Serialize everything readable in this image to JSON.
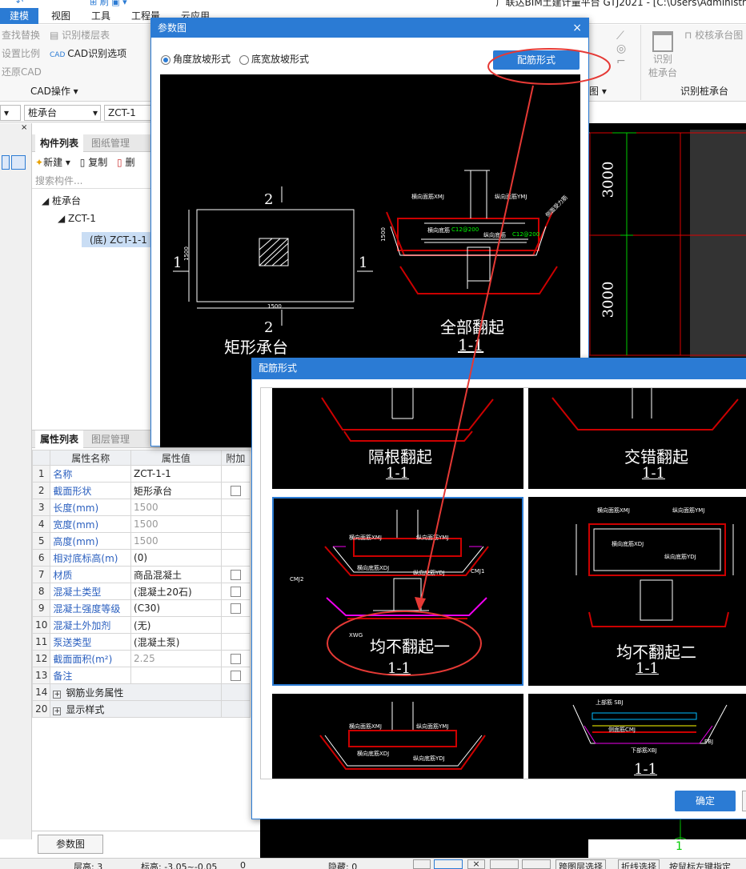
{
  "window": {
    "title": "广联达BIM土建计量平台 GTJ2021 - [C:\\Users\\Administr"
  },
  "ribbon": {
    "tabs": [
      "建模",
      "视图",
      "工具",
      "工程量",
      "云应用"
    ],
    "buttons": {
      "find_replace": "查找替换",
      "identify_floor": "识别楼层表",
      "set_scale": "设置比例",
      "cad_identify_options": "CAD识别选项",
      "restore_cad": "还原CAD",
      "identify": "识别",
      "cap": "桩承台",
      "check_cap": "校核承台图"
    },
    "groups": {
      "cad_ops": "CAD操作",
      "identify_cap": "识别桩承台",
      "mid_group": "图"
    }
  },
  "selectors": {
    "type": "桩承台",
    "name": "ZCT-1"
  },
  "component_panel": {
    "tabs": [
      "构件列表",
      "图纸管理"
    ],
    "new": "新建",
    "copy": "复制",
    "delete": "删",
    "search_placeholder": "搜索构件...",
    "tree": [
      "桩承台",
      "ZCT-1",
      "(底) ZCT-1-1"
    ]
  },
  "properties": {
    "tabs": [
      "属性列表",
      "图层管理"
    ],
    "headers": [
      "属性名称",
      "属性值",
      "附加"
    ],
    "rows": [
      {
        "no": "1",
        "name": "名称",
        "value": "ZCT-1-1",
        "check": false,
        "gray": false,
        "box": false
      },
      {
        "no": "2",
        "name": "截面形状",
        "value": "矩形承台",
        "check": true,
        "gray": false,
        "box": true
      },
      {
        "no": "3",
        "name": "长度(mm)",
        "value": "1500",
        "check": false,
        "gray": true,
        "box": false
      },
      {
        "no": "4",
        "name": "宽度(mm)",
        "value": "1500",
        "check": false,
        "gray": true,
        "box": false
      },
      {
        "no": "5",
        "name": "高度(mm)",
        "value": "1500",
        "check": false,
        "gray": true,
        "box": false
      },
      {
        "no": "6",
        "name": "相对底标高(m)",
        "value": "(0)",
        "check": false,
        "gray": false,
        "box": false
      },
      {
        "no": "7",
        "name": "材质",
        "value": "商品混凝土",
        "check": false,
        "gray": false,
        "box": true
      },
      {
        "no": "8",
        "name": "混凝土类型",
        "value": "(混凝土20石)",
        "check": false,
        "gray": false,
        "box": true
      },
      {
        "no": "9",
        "name": "混凝土强度等级",
        "value": "(C30)",
        "check": false,
        "gray": false,
        "box": true
      },
      {
        "no": "10",
        "name": "混凝土外加剂",
        "value": "(无)",
        "check": false,
        "gray": false,
        "box": false
      },
      {
        "no": "11",
        "name": "泵送类型",
        "value": "(混凝土泵)",
        "check": false,
        "gray": false,
        "box": false
      },
      {
        "no": "12",
        "name": "截面面积(m²)",
        "value": "2.25",
        "check": false,
        "gray": true,
        "box": true
      },
      {
        "no": "13",
        "name": "备注",
        "value": "",
        "check": false,
        "gray": false,
        "box": true
      }
    ],
    "groups": [
      {
        "no": "14",
        "name": "钢筋业务属性"
      },
      {
        "no": "20",
        "name": "显示样式"
      }
    ]
  },
  "param_button": "参数图",
  "param_dialog": {
    "title": "参数图",
    "radio1": "角度放坡形式",
    "radio2": "底宽放坡形式",
    "rebar_button": "配筋形式",
    "plan_labels": {
      "two": "2",
      "one": "1",
      "dim": "1500",
      "name": "矩形承台"
    },
    "section_labels": {
      "name": "全部翻起",
      "cut": "1-1",
      "hmj": "横向面筋XMJ",
      "zmj": "纵向面筋YMJ",
      "hdj": "横向底筋",
      "zdj": "纵向底筋",
      "c12": "C12@200",
      "c12b": "C12@200",
      "side": "侧面受力筋"
    }
  },
  "rebar_dialog": {
    "title": "配筋形式",
    "cells": [
      {
        "name": "隔根翻起",
        "cut": "1-1"
      },
      {
        "name": "交错翻起",
        "cut": "1-1"
      },
      {
        "name": "均不翻起一",
        "cut": "1-1"
      },
      {
        "name": "均不翻起二",
        "cut": "1-1"
      },
      {
        "name": "",
        "cut": ""
      },
      {
        "name": "",
        "cut": "1-1"
      }
    ],
    "labels": {
      "hmj": "横向面筋XMJ",
      "zmj": "纵向面筋YMJ",
      "hdj": "横向底筋XDJ",
      "zdj": "纵向底筋YDJ",
      "cmj1": "CMJ1",
      "cmj2": "CMJ2",
      "xwg": "XWG",
      "sbj": "上部筋 SBJ",
      "cmj": "侧面筋CMJ",
      "xbj": "下部筋XBJ",
      "pbj": "PBJ"
    },
    "ok_button": "确定"
  },
  "cad_right": {
    "dim1": "3000",
    "dim2": "3000",
    "axis": "1"
  },
  "status": {
    "floor": "层高: 3",
    "elev": "标高: -3.05~-0.05",
    "offset": "0",
    "hidden": "隐藏: 0",
    "across": "跨图层选择",
    "polyline": "折线选择",
    "hint": "按鼠标左键指定"
  }
}
